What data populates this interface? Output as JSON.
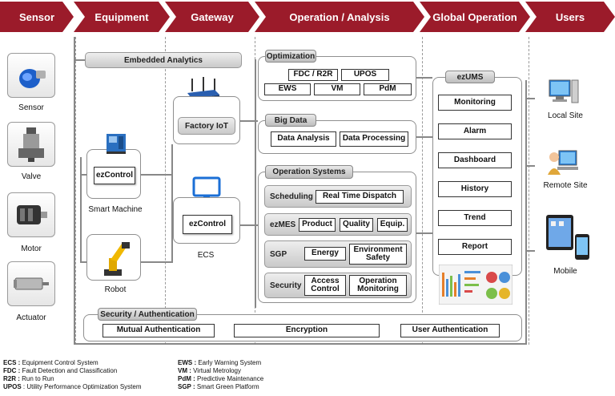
{
  "headers": [
    "Sensor",
    "Equipment",
    "Gateway",
    "Operation / Analysis",
    "Global Operation",
    "Users"
  ],
  "sensors": [
    "Sensor",
    "Valve",
    "Motor",
    "Actuator"
  ],
  "equipment": {
    "embedded_analytics": "Embedded Analytics",
    "ezcontrol_smart": "ezControl",
    "smart_machine": "Smart Machine",
    "robot": "Robot"
  },
  "gateway": {
    "factory_iot": "Factory IoT",
    "ezcontrol_ecs": "ezControl",
    "ecs": "ECS"
  },
  "optimization": {
    "title": "Optimization",
    "items": [
      "FDC / R2R",
      "UPOS",
      "EWS",
      "VM",
      "PdM"
    ]
  },
  "big_data": {
    "title": "Big Data",
    "items": [
      "Data Analysis",
      "Data Processing"
    ]
  },
  "operation_systems": {
    "title": "Operation Systems",
    "scheduling": {
      "label": "Scheduling",
      "items": [
        "Real Time Dispatch"
      ]
    },
    "ezmes": {
      "label": "ezMES",
      "items": [
        "Product",
        "Quality",
        "Equip."
      ]
    },
    "sgp": {
      "label": "SGP",
      "items": [
        "Energy",
        "Environment Safety"
      ]
    },
    "security": {
      "label": "Security",
      "items": [
        "Access Control",
        "Operation Monitoring"
      ]
    }
  },
  "ezums": {
    "title": "ezUMS",
    "items": [
      "Monitoring",
      "Alarm",
      "Dashboard",
      "History",
      "Trend",
      "Report"
    ]
  },
  "users": [
    "Local Site",
    "Remote Site",
    "Mobile"
  ],
  "security_auth": {
    "title": "Security / Authentication",
    "items": [
      "Mutual Authentication",
      "Encryption",
      "User  Authentication"
    ]
  },
  "legend_left": [
    {
      "abbr": "ECS :",
      "text": " Equipment Control System"
    },
    {
      "abbr": "FDC :",
      "text": " Fault Detection and Classification"
    },
    {
      "abbr": "R2R :",
      "text": " Run to Run"
    },
    {
      "abbr": "UPOS",
      "text": " : Utility Performance Optimization System"
    }
  ],
  "legend_right": [
    {
      "abbr": "EWS :",
      "text": " Early Warning System"
    },
    {
      "abbr": "VM :",
      "text": " Virtual Metrology"
    },
    {
      "abbr": "PdM :",
      "text": " Predictive Maintenance"
    },
    {
      "abbr": "SGP :",
      "text": " Smart Green Platform"
    }
  ],
  "colors": {
    "header": "#9b1b2a",
    "panel_border": "#8f8f8f",
    "panel_fill": "#d4d4d4"
  }
}
